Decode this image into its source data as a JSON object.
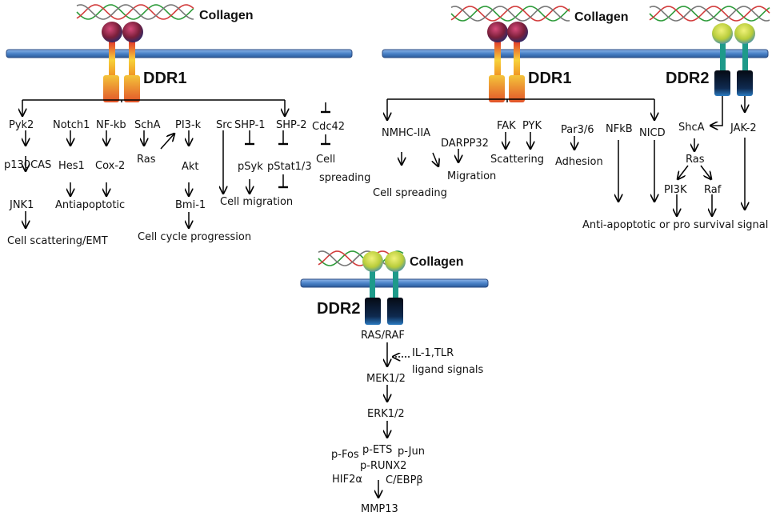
{
  "colors": {
    "membrane": "#4a82c8",
    "helix_green": "#2e9b3a",
    "helix_red": "#d23c3c",
    "helix_grey": "#777777",
    "ddr1_head": "#7a1f3a",
    "ddr2_head": "#c8d84a",
    "stem_yellow": "#f2b42a",
    "ddr2_stem": "#1e9a8a",
    "ddr2_base": "#0a1830"
  },
  "icons": [
    "collagen-helix-icon",
    "receptor-icon",
    "membrane-icon"
  ],
  "panel1": {
    "collagen": "Collagen",
    "receptor": "DDR1",
    "texts": {
      "pyk2": "Pyk2",
      "p130cas": "p130CAS",
      "jnk1": "JNK1",
      "scatter_emt": "Cell scattering/EMT",
      "notch1": "Notch1",
      "hes1": "Hes1",
      "nfkb": "NF-kb",
      "cox2": "Cox-2",
      "antiapoptotic": "Antiapoptotic",
      "scha": "SchA",
      "ras": "Ras",
      "pi3k": "PI3-k",
      "akt": "Akt",
      "bmi1": "Bmi-1",
      "cell_cycle": "Cell cycle progression",
      "src": "Src",
      "shp1": "SHP-1",
      "psyk": "pSyk",
      "shp2": "SHP-2",
      "pstat": "pStat1/3",
      "cell_migration": "Cell migration",
      "cdc42": "Cdc42",
      "cell": "Cell",
      "spreading": "spreading"
    }
  },
  "panel2": {
    "collagen": "Collagen",
    "receptor1": "DDR1",
    "receptor2": "DDR2",
    "texts": {
      "nmhc": "NMHC-IIA",
      "darpp32": "DARPP32",
      "migration": "Migration",
      "cell_spreading": "Cell spreading",
      "fak": "FAK",
      "pyk": "PYK",
      "scattering": "Scattering",
      "par36": "Par3/6",
      "adhesion": "Adhesion",
      "nfkb": "NFkB",
      "nicd": "NICD",
      "shca": "ShcA",
      "jak2": "JAK-2",
      "ras": "Ras",
      "pi3k": "PI3K",
      "raf": "Raf",
      "survival": "Anti-apoptotic or pro survival signal"
    }
  },
  "panel3": {
    "collagen": "Collagen",
    "receptor": "DDR2",
    "texts": {
      "rasraf": "RAS/RAF",
      "il1": "IL-1,TLR",
      "ligand": "ligand signals",
      "mek": "MEK1/2",
      "erk": "ERK1/2",
      "pfos": "p-Fos",
      "pets": "p-ETS",
      "pjun": "p-Jun",
      "prunx2": "p-RUNX2",
      "hif2a": "HIF2α",
      "cebpb": "C/EBPβ",
      "mmp13": "MMP13"
    }
  }
}
